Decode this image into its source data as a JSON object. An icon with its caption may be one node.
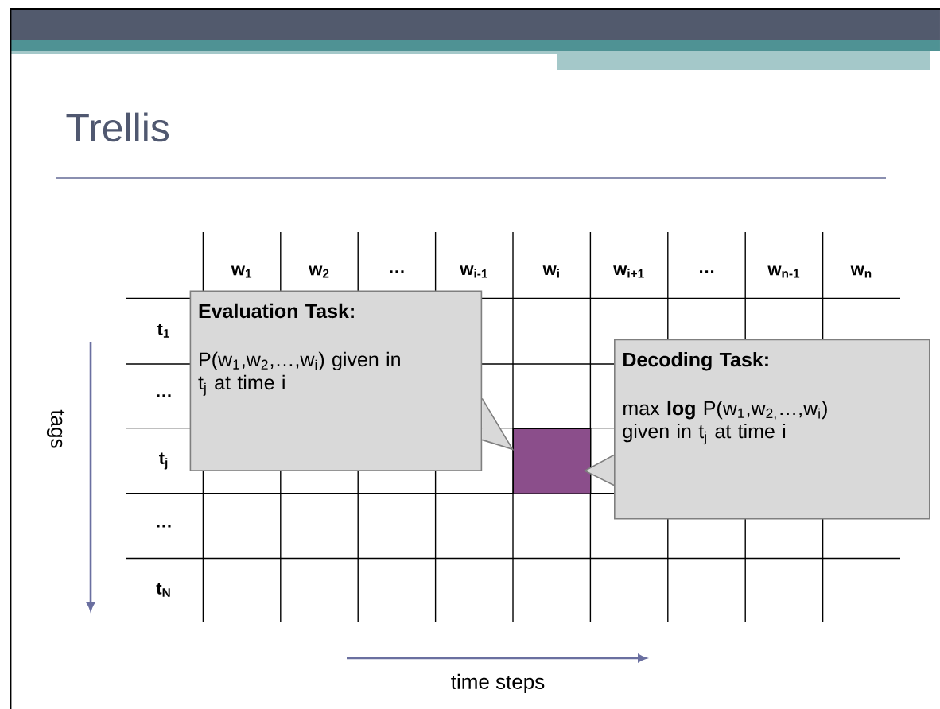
{
  "diagram": {
    "title": "Trellis",
    "nodes": [
      {
        "text": [
          "Evaluation Task:",
          "P(w$_{1}$,w$_{2}$,…,w$_{i}$) given in t$_{j}$ at time i"
        ]
      },
      {
        "text": [
          "Decoding Task:",
          "max **log** P(w$_{1}$,w$_{2,}$…,w$_{i}$) given in t$_{j}$ at time i"
        ]
      },
      {
        "text": [],
        "shape": "box"
      }
    ],
    "edges": [
      {
        "from": 0,
        "to": 2,
        "arrow": "to"
      },
      {
        "from": 1,
        "to": 2,
        "arrow": "to"
      }
    ],
    "labels": [
      "w$_{1}$",
      "w$_{2}$",
      "…",
      "w$_{i-1}$",
      "w$_{i}$",
      "w$_{i+1}$",
      "…",
      "w$_{n-1}$",
      "w$_{n}$",
      "t$_{1}$",
      "…",
      "t$_{j}$",
      "…",
      "t$_{N}$",
      "tags",
      "time steps"
    ]
  }
}
